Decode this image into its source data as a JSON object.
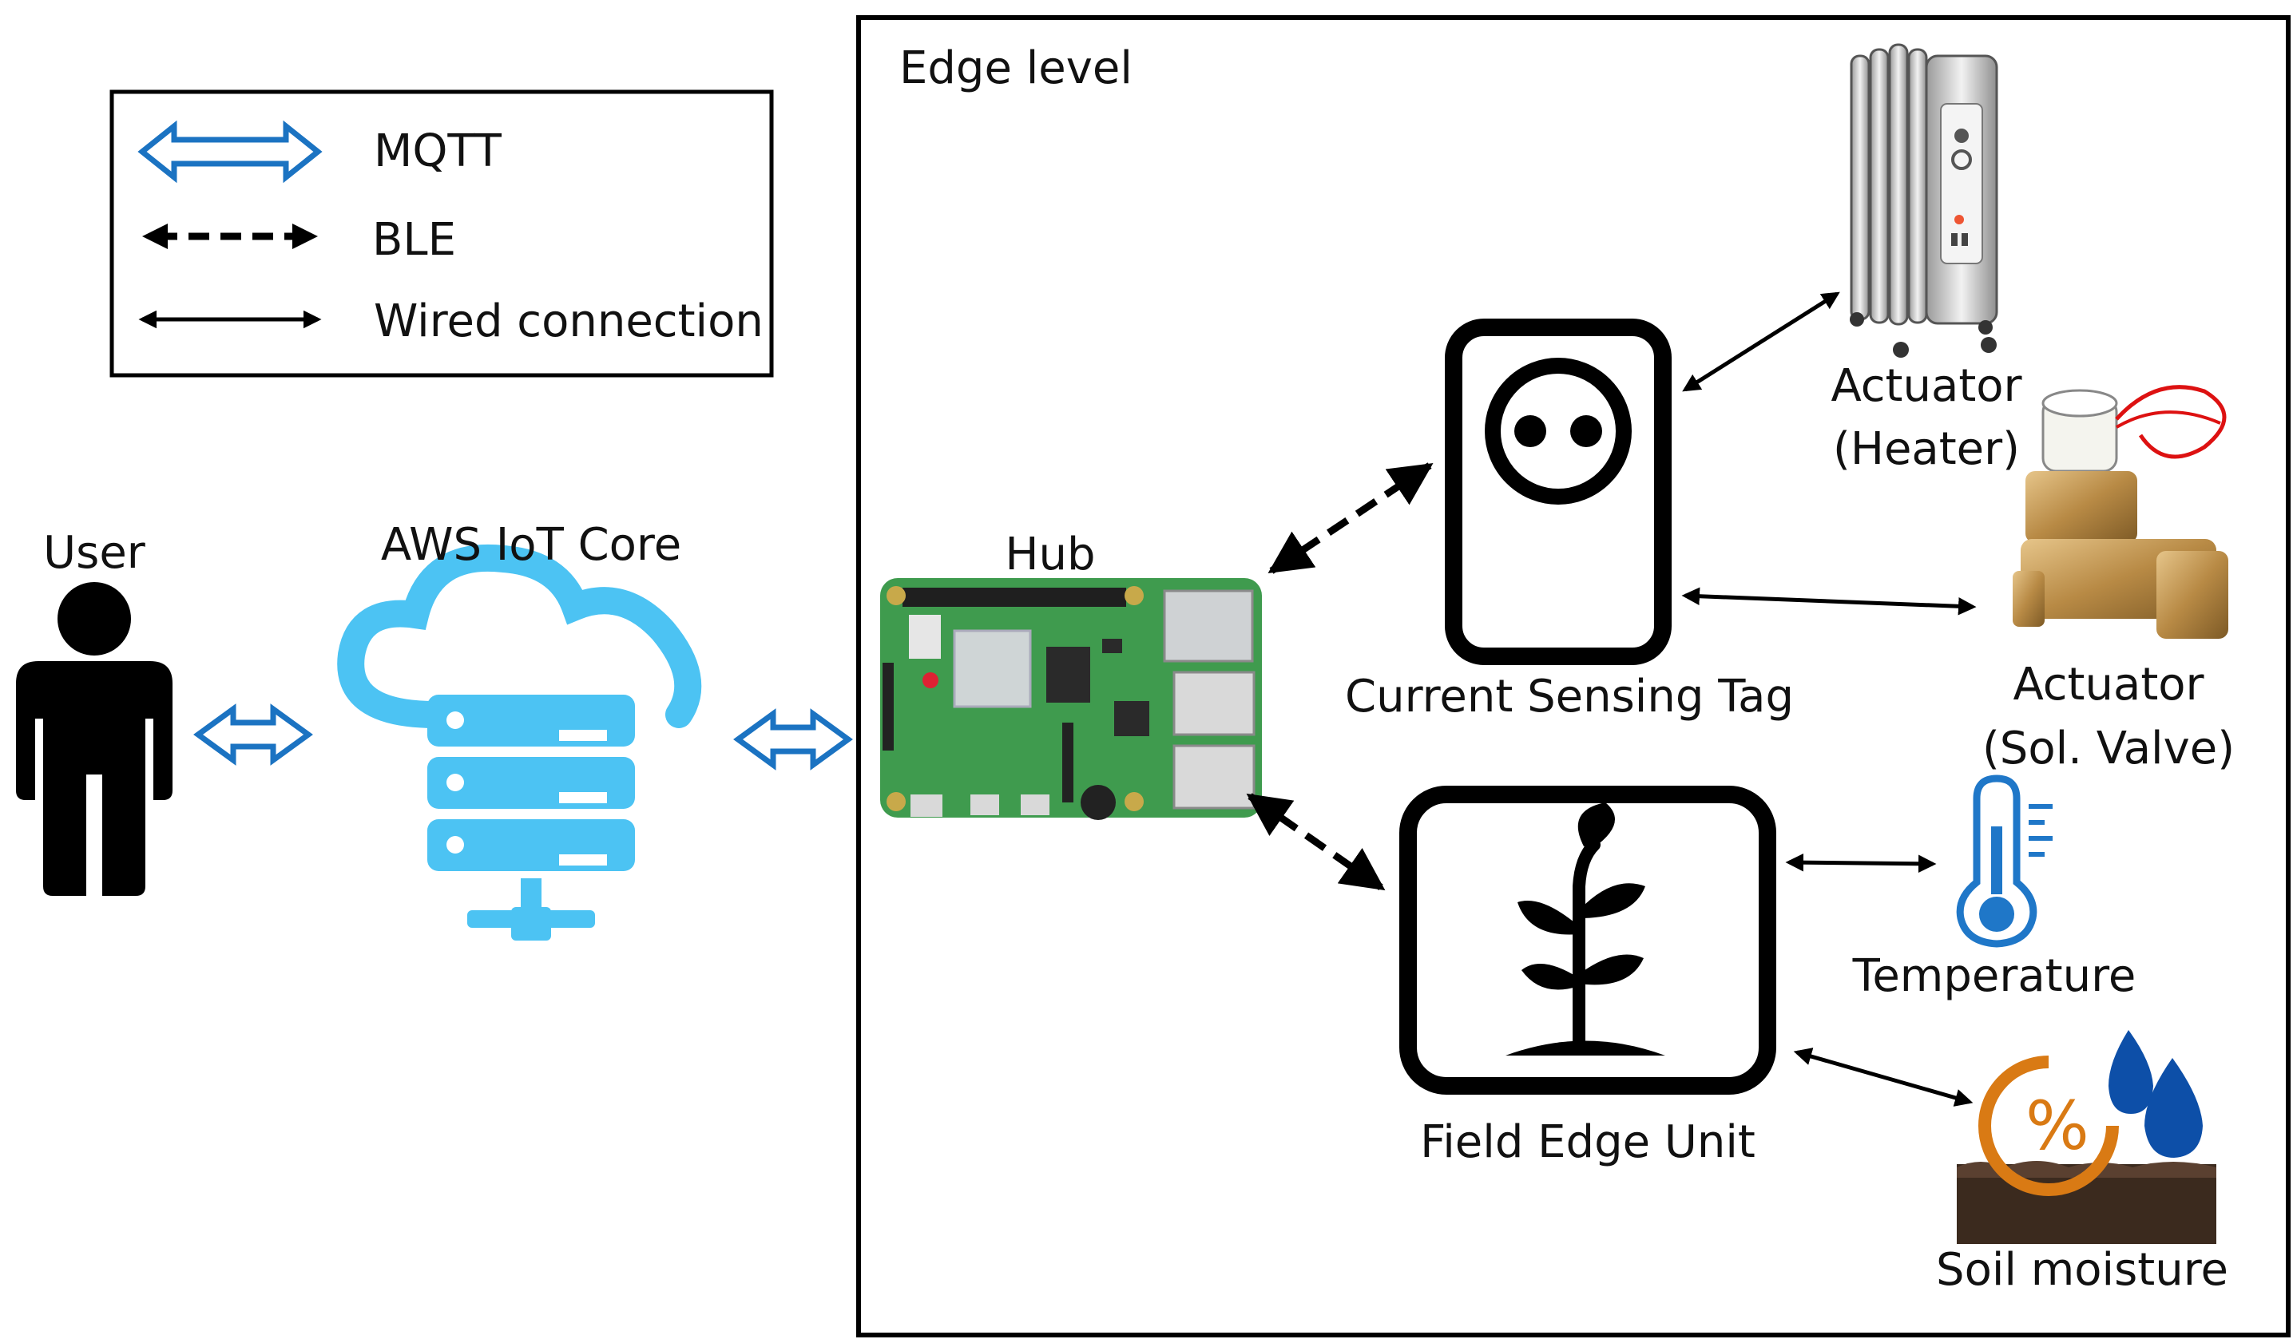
{
  "legend": {
    "mqtt": "MQTT",
    "ble": "BLE",
    "wired": "Wired connection"
  },
  "edge_box": {
    "title": "Edge level"
  },
  "nodes": {
    "user": "User",
    "aws": "AWS IoT Core",
    "hub": "Hub",
    "tag": "Current Sensing Tag",
    "heater_l1": "Actuator",
    "heater_l2": "(Heater)",
    "valve_l1": "Actuator",
    "valve_l2": "(Sol. Valve)",
    "field": "Field Edge Unit",
    "temp": "Temperature",
    "soil": "Soil moisture",
    "soil_symbol": "%"
  },
  "colors": {
    "mqtt_arrow": "#1b73c2",
    "cloud": "#4cc3f3",
    "pcb": "#3f9b4e",
    "thermo": "#1f77c8",
    "soil_ring": "#d97a14",
    "drops": "#0d4fa8",
    "soil": "#3b2a1e"
  },
  "icons": [
    "user-icon",
    "cloud-server-icon",
    "raspberry-pi-icon",
    "smart-plug-icon",
    "heater-icon",
    "solenoid-valve-icon",
    "plant-icon",
    "thermometer-icon",
    "soil-moisture-icon"
  ]
}
